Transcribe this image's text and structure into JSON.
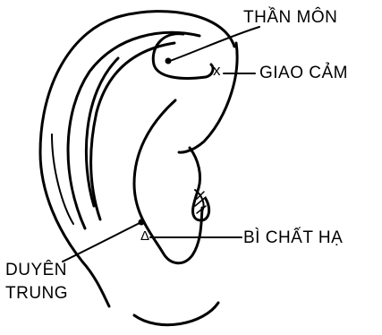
{
  "diagram": {
    "labels": {
      "than_mon": "THẦN MÔN",
      "giao_cam": "GIAO CẢM",
      "bi_chat_ha": "BÌ CHẤT HẠ",
      "duyen_trung_line1": "DUYÊN",
      "duyen_trung_line2": "TRUNG"
    },
    "markers": {
      "giao_cam": "x",
      "bi_chat_ha": "Δ"
    },
    "colors": {
      "ink": "#000000",
      "background": "#ffffff"
    }
  }
}
